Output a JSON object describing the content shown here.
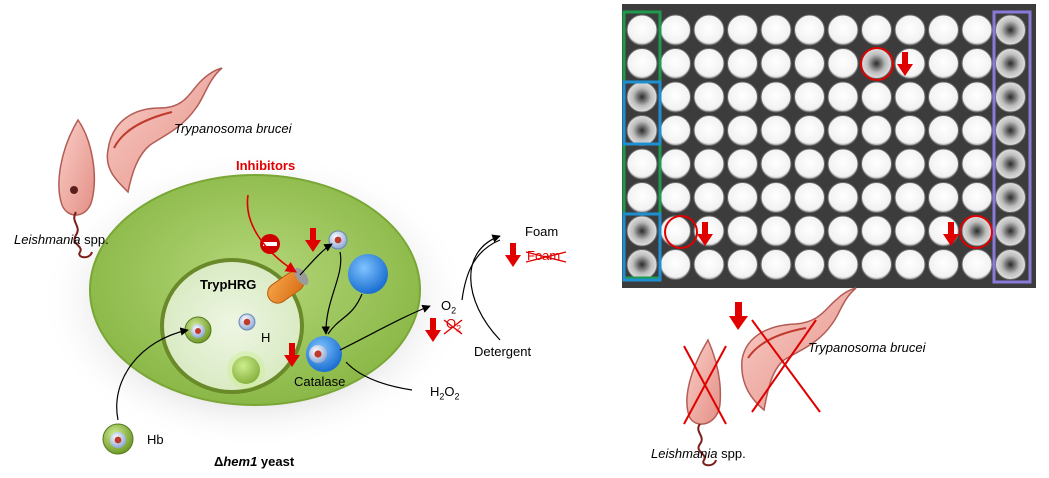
{
  "colors": {
    "cell": "#8fbf4a",
    "nucleus": "#e2efcf",
    "arrow_red": "#e00000",
    "parasite_pink": "#f2b4ad",
    "well_green": "#1e9a4c",
    "well_blue": "#1e8fd0",
    "well_purple": "#8a7ad8",
    "plate_bg": "#3c3c3c"
  },
  "left": {
    "trypanosoma_label": "Trypanosoma brucei",
    "leishmania_name": "Leishmania",
    "leishmania_suffix": " spp.",
    "inhibitors_label": "Inhibitors",
    "tryphrg_label": "TrypHRG",
    "heme_label": "H",
    "catalase_label": "Catalase",
    "hb_label": "Hb",
    "yeast_prefix": "Δ",
    "yeast_gene": "hem1",
    "yeast_suffix": " yeast",
    "o2_label": "O",
    "o2_sub": "2",
    "o2_crossed_label": "O",
    "o2_crossed_sub": "2",
    "h2o2_label": "H",
    "h2o2_sub1": "2",
    "h2o2_mid": "O",
    "h2o2_sub2": "2",
    "detergent_label": "Detergent",
    "foam_label": "Foam",
    "foam_crossed_label": "Foam"
  },
  "right": {
    "plate_rows": 8,
    "plate_cols": 12,
    "trypanosoma_label": "Trypanosoma brucei",
    "leishmania_name": "Leishmania",
    "leishmania_suffix": " spp."
  }
}
